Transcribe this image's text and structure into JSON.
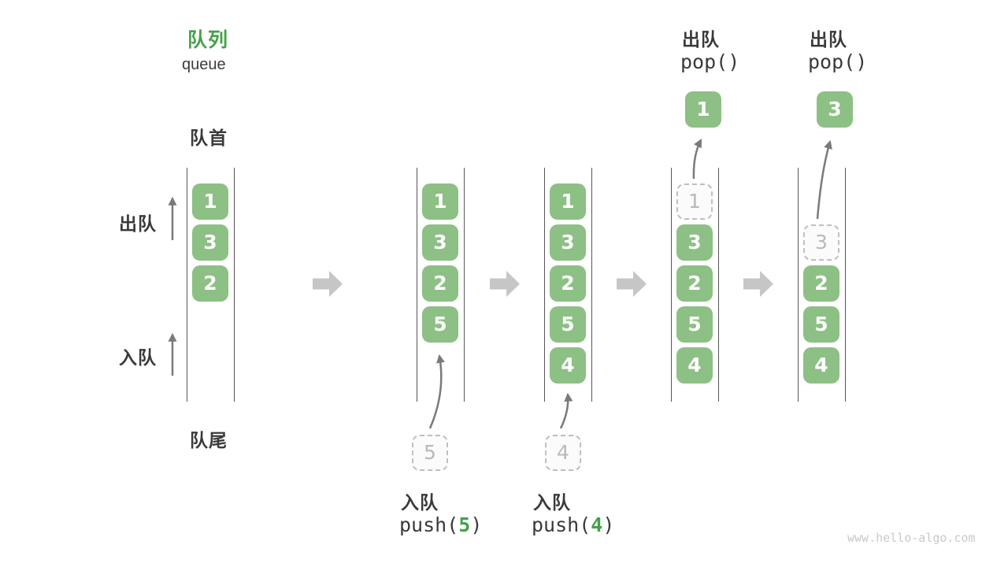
{
  "title": {
    "zh": "队列",
    "en": "queue"
  },
  "side_labels": {
    "front": "队首",
    "rear": "队尾",
    "dequeue": "出队",
    "enqueue": "入队"
  },
  "operations": {
    "push_a": {
      "label": "入队",
      "fn": "push(",
      "arg": "5",
      "close": ")"
    },
    "push_b": {
      "label": "入队",
      "fn": "push(",
      "arg": "4",
      "close": ")"
    },
    "pop_a": {
      "label": "出队",
      "code": "pop()"
    },
    "pop_b": {
      "label": "出队",
      "code": "pop()"
    }
  },
  "states": [
    {
      "stack": [
        "1",
        "3",
        "2"
      ]
    },
    {
      "stack": [
        "1",
        "3",
        "2",
        "5"
      ],
      "staged": "5"
    },
    {
      "stack": [
        "1",
        "3",
        "2",
        "5",
        "4"
      ],
      "staged": "4"
    },
    {
      "stack": [
        "3",
        "2",
        "5",
        "4"
      ],
      "ghost": "1",
      "popped": "1"
    },
    {
      "stack": [
        "2",
        "5",
        "4"
      ],
      "ghost": "3",
      "popped": "3"
    }
  ],
  "icons": {
    "flow": "block-arrow-right-icon",
    "dequeue_direction": "up-arrow-icon",
    "enqueue_direction": "up-arrow-icon",
    "transfer": "curved-arrow-icon"
  },
  "colors": {
    "accent_green": "#44a14a",
    "cell_green": "#8dc084",
    "cell_text": "#ffffff",
    "ghost_border": "#bfbfbf",
    "ghost_text": "#b9b9b9",
    "text_dark": "#3a3a3a",
    "wall_gray": "#565656",
    "arrow_gray": "#7a7a7a",
    "block_arrow_gray": "#c6c6c6",
    "watermark_gray": "#c9c9c9"
  },
  "watermark": "www.hello-algo.com"
}
